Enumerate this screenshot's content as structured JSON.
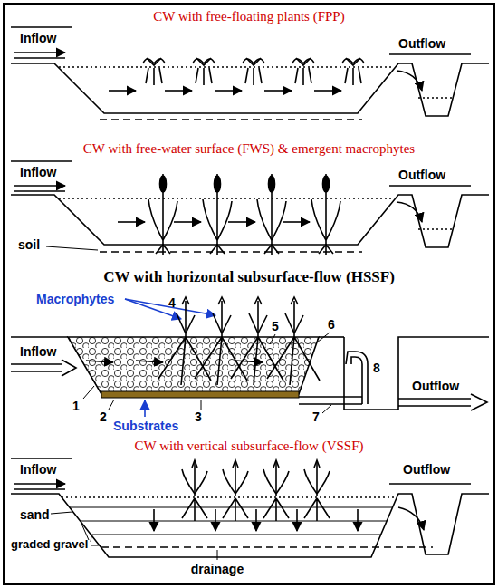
{
  "diagram": {
    "labels": [
      "CW with free-floating plants (FPP)",
      "Inflow",
      "Outflow",
      "CW with free-water surface (FWS) & emergent macrophytes",
      "Inflow",
      "Outflow",
      "soil",
      "CW with horizontal subsurface-flow (HSSF)",
      "Macrophytes",
      "4",
      "5",
      "6",
      "Inflow",
      "Outflow",
      "1",
      "2",
      "3",
      "7",
      "8",
      "Substrates",
      "CW with vertical subsurface-flow (VSSF)",
      "Inflow",
      "Outflow",
      "sand",
      "graded gravel",
      "drainage"
    ]
  }
}
